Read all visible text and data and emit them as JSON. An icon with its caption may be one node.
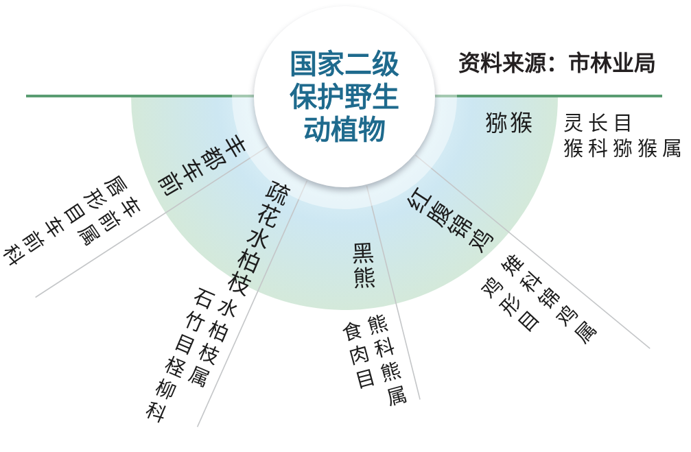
{
  "diagram": {
    "nodes": [
      {
        "text": [
          "国家二级保护野生动植物"
        ]
      },
      {
        "text": [
          "丰都车前"
        ],
        "beside": [
          "唇形目车前科",
          "车前属"
        ]
      },
      {
        "text": [
          "疏花水柏枝"
        ],
        "beside": [
          "石竹目柽柳科",
          "水柏枝属"
        ]
      },
      {
        "text": [
          "黑熊"
        ],
        "beside": [
          "食肉目",
          "熊科熊属"
        ]
      },
      {
        "text": [
          "红腹锦鸡"
        ],
        "beside": [
          "鸡形目",
          "雉科锦鸡属"
        ]
      },
      {
        "text": [
          "猕猴"
        ],
        "beside": [
          "灵长目",
          "猴科猕猴属"
        ]
      }
    ],
    "labels": [
      "资料来源：市林业局"
    ]
  }
}
